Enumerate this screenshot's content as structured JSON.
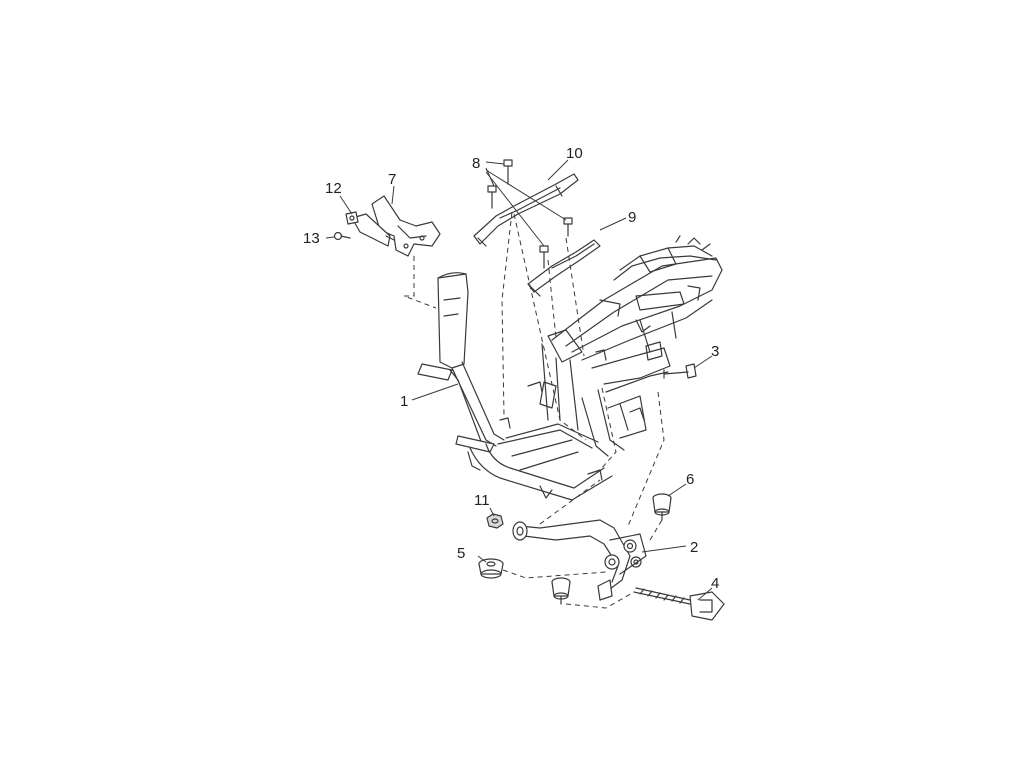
{
  "diagram": {
    "colors": {
      "line": "#3a3a3a",
      "fill": "#ffffff",
      "shade": "#d9d9d9",
      "label": "#222222"
    },
    "callouts": [
      {
        "id": "1",
        "text": "1"
      },
      {
        "id": "2",
        "text": "2"
      },
      {
        "id": "3",
        "text": "3"
      },
      {
        "id": "4",
        "text": "4"
      },
      {
        "id": "5",
        "text": "5"
      },
      {
        "id": "6",
        "text": "6"
      },
      {
        "id": "7",
        "text": "7"
      },
      {
        "id": "8",
        "text": "8"
      },
      {
        "id": "9",
        "text": "9"
      },
      {
        "id": "10",
        "text": "10"
      },
      {
        "id": "11",
        "text": "11"
      },
      {
        "id": "12",
        "text": "12"
      },
      {
        "id": "13",
        "text": "13"
      }
    ]
  }
}
